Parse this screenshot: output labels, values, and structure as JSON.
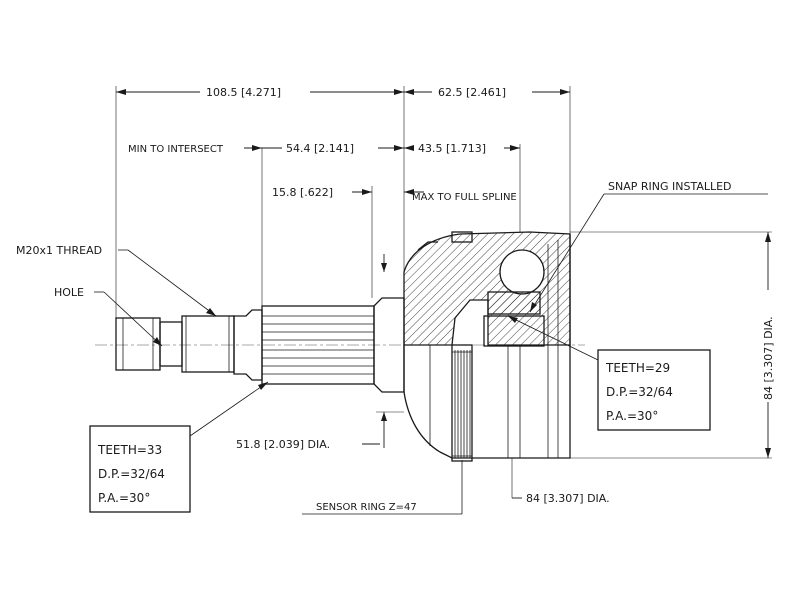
{
  "dimensions": {
    "overall_left": "108.5 [4.271]",
    "overall_right": "62.5 [2.461]",
    "min_to_intersect_label": "MIN TO INTERSECT",
    "min_to_intersect_value": "54.4 [2.141]",
    "intersect_right": "43.5 [1.713]",
    "max_spline_value": "15.8 [.622]",
    "max_spline_label": "MAX TO FULL SPLINE",
    "shaft_dia": "51.8 [2.039] DIA.",
    "housing_dia_vertical": "84 [3.307] DIA.",
    "housing_dia_bottom": "84 [3.307] DIA."
  },
  "callouts": {
    "thread": "M20x1 THREAD",
    "hole": "HOLE",
    "snap_ring": "SNAP RING INSTALLED",
    "sensor_ring": "SENSOR RING Z=47"
  },
  "spec_left": {
    "teeth": "TEETH=33",
    "dp": "D.P.=32/64",
    "pa": "P.A.=30°"
  },
  "spec_right": {
    "teeth": "TEETH=29",
    "dp": "D.P.=32/64",
    "pa": "P.A.=30°"
  }
}
